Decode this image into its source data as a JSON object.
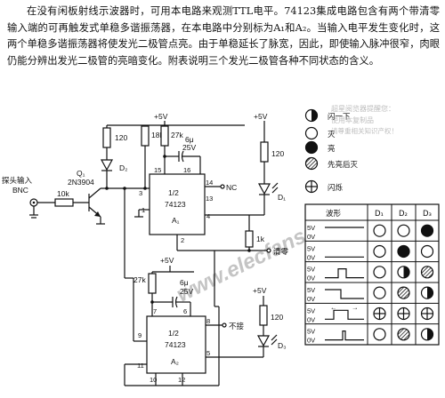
{
  "paragraph": "在没有闲板射线示波器时，可用本电路来观测TTL电平。74123集成电路包含有两个带清零输入端的可再触发式单稳多谐振荡器，在本电路中分别标为A₁和A₂。当输入电平发生变化时，这两个单稳多谐振荡器将使发光二极管点亮。由于单稳延长了脉宽，因此，即使输入脉冲很窄，肉眼仍能分辨出发光二极管的亮暗变化。附表说明三个发光二极管各种不同状态的含义。",
  "circuit": {
    "supply": "+5V",
    "probe_input": "探头输入",
    "bnc": "BNC",
    "r_in": "10k",
    "q1": "Q₁",
    "q1_part": "2N3904",
    "r120_a": "120",
    "r18k": "18k",
    "r27k_a": "27k",
    "cap_a_value": "6μ",
    "cap_a_voltage": "25V",
    "d1": "D₁",
    "d2": "D₂",
    "d3": "D₃",
    "r120_d1": "120",
    "r120_d3": "120",
    "r1k": "1k",
    "clear_label": "清零",
    "nc_label": "NC",
    "not_connected": "不接",
    "ic_a1_fraction": "1/2",
    "ic_a1_part": "74123",
    "ic_a1_name": "A₁",
    "ic_a2_fraction": "1/2",
    "ic_a2_part": "74123",
    "ic_a2_name": "A₂",
    "r27k_b": "27k",
    "cap_b_value": "6μ",
    "cap_b_voltage": "25V",
    "pins_a1": [
      "15",
      "16",
      "14",
      "13",
      "3",
      "1",
      "4",
      "2"
    ],
    "pins_a2": [
      "7",
      "6",
      "8",
      "5",
      "9",
      "10",
      "11",
      "12"
    ],
    "watermark": "www.elecfans.com"
  },
  "legend": {
    "items": [
      {
        "label": "闪一下",
        "icon": "half-shaded-circle"
      },
      {
        "label": "灭",
        "icon": "empty-circle"
      },
      {
        "label": "亮",
        "icon": "filled-circle"
      },
      {
        "label": "先亮后灭",
        "icon": "hatched-circle"
      },
      {
        "label": "闪烁",
        "icon": "cross-circle"
      }
    ],
    "stamp_lines": [
      "超星阅览器提醒您：",
      "使用本复制品",
      "请尊重相关知识产权！"
    ]
  },
  "table": {
    "headers": [
      "波形",
      "D₁",
      "D₂",
      "D₃"
    ],
    "levels": [
      "5V",
      "0V"
    ],
    "rows": [
      {
        "wave": "high",
        "states": [
          "empty-circle",
          "empty-circle",
          "filled-circle"
        ]
      },
      {
        "wave": "low",
        "states": [
          "empty-circle",
          "filled-circle",
          "empty-circle"
        ]
      },
      {
        "wave": "pulse-up",
        "states": [
          "empty-circle",
          "half-shaded-circle",
          "hatched-circle"
        ]
      },
      {
        "wave": "step-down",
        "states": [
          "empty-circle",
          "hatched-circle",
          "half-shaded-circle"
        ]
      },
      {
        "wave": "toggle",
        "states": [
          "cross-circle",
          "cross-circle",
          "cross-circle"
        ]
      },
      {
        "wave": "narrow-pulse",
        "states": [
          "empty-circle",
          "hatched-circle",
          "half-shaded-circle"
        ]
      }
    ],
    "toggle_marks": [
      "←",
      "→"
    ]
  }
}
